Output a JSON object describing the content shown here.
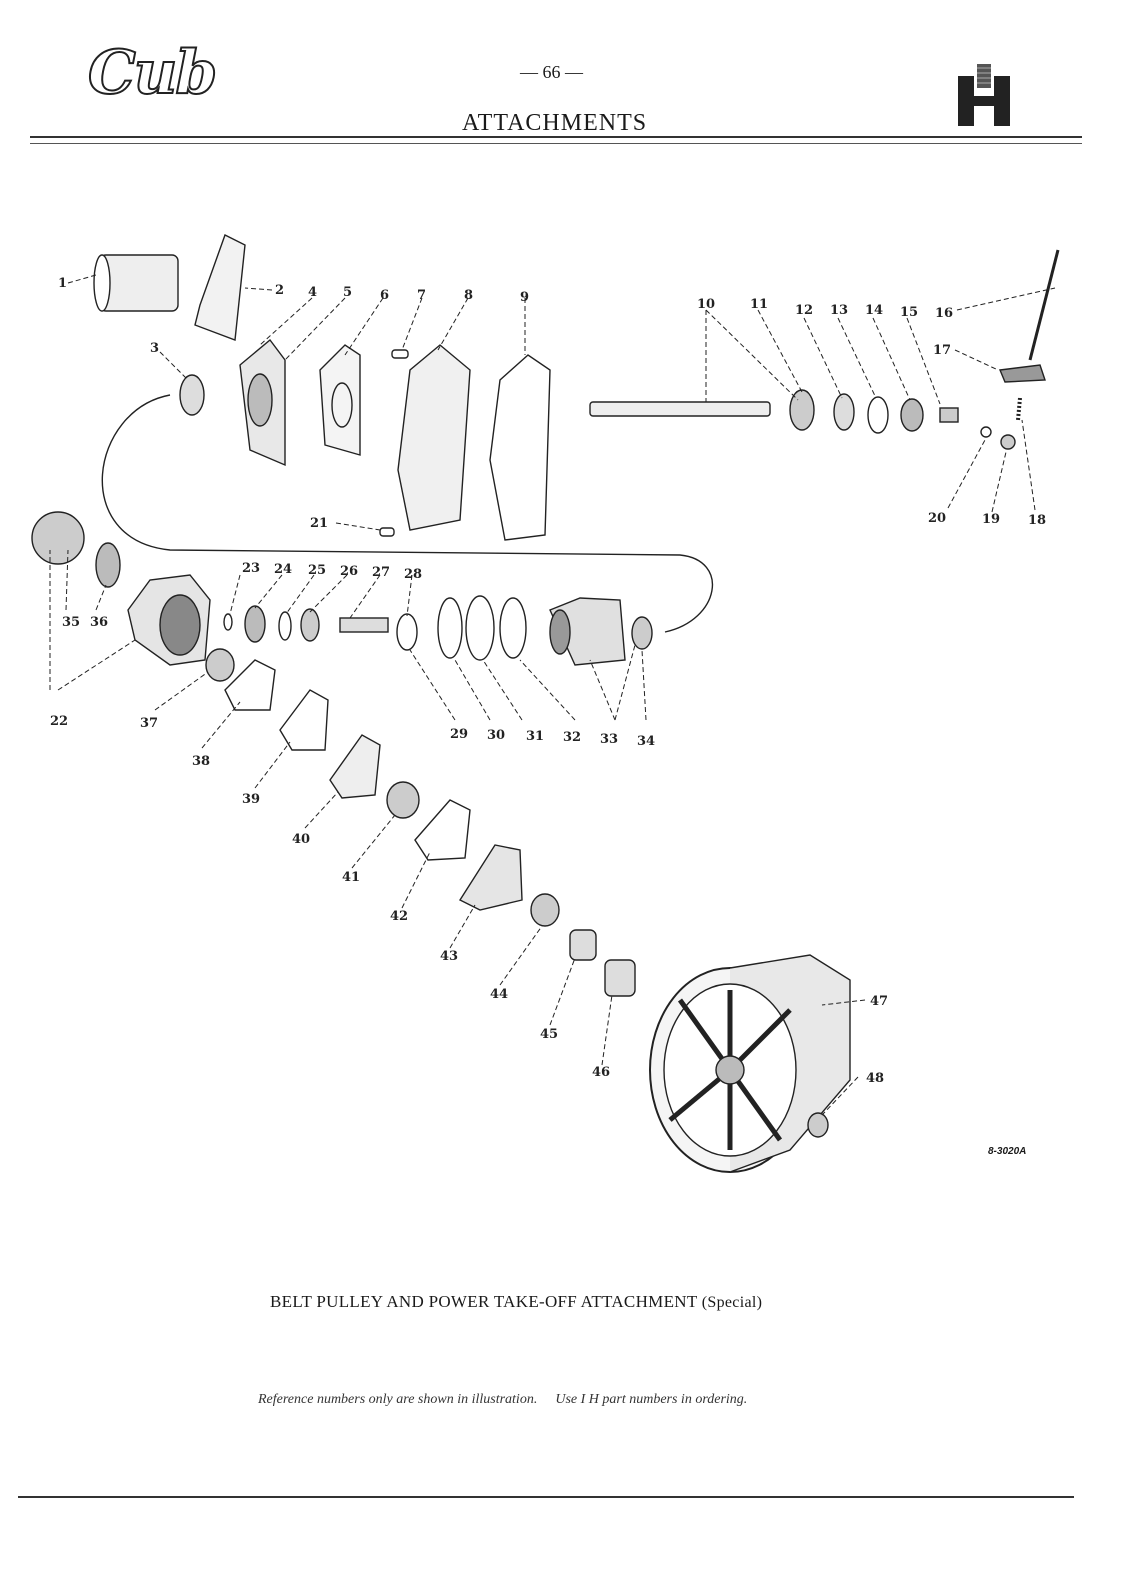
{
  "header": {
    "brand": "Cub",
    "page_number": "— 66 —",
    "section_title": "ATTACHMENTS",
    "manufacturer_logo": "IH"
  },
  "figure": {
    "code": "8-3020A",
    "labels": [
      "1",
      "2",
      "3",
      "4",
      "5",
      "6",
      "7",
      "8",
      "9",
      "10",
      "11",
      "12",
      "13",
      "14",
      "15",
      "16",
      "17",
      "18",
      "19",
      "20",
      "21",
      "22",
      "23",
      "24",
      "25",
      "26",
      "27",
      "28",
      "29",
      "30",
      "31",
      "32",
      "33",
      "34",
      "35",
      "36",
      "37",
      "38",
      "39",
      "40",
      "41",
      "42",
      "43",
      "44",
      "45",
      "46",
      "47",
      "48"
    ]
  },
  "caption": {
    "title": "BELT PULLEY AND POWER TAKE-OFF ATTACHMENT",
    "qualifier": "(Special)"
  },
  "footer_note": {
    "part1": "Reference numbers only are shown in illustration.",
    "part2": "Use I H part numbers in ordering."
  }
}
